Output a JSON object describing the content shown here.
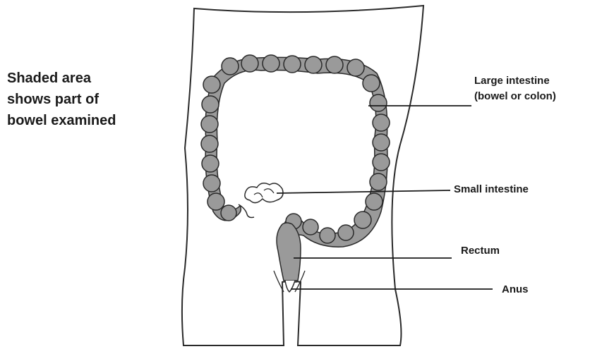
{
  "caption": {
    "line1": "Shaded area",
    "line2": "shows part of",
    "line3": "bowel examined"
  },
  "labels": {
    "large_intestine_line1": "Large intestine",
    "large_intestine_line2": "(bowel or colon)",
    "small_intestine": "Small intestine",
    "rectum": "Rectum",
    "anus": "Anus"
  },
  "colors": {
    "shaded_bowel": "#9a9a9a",
    "outline": "#2a2a2a"
  }
}
